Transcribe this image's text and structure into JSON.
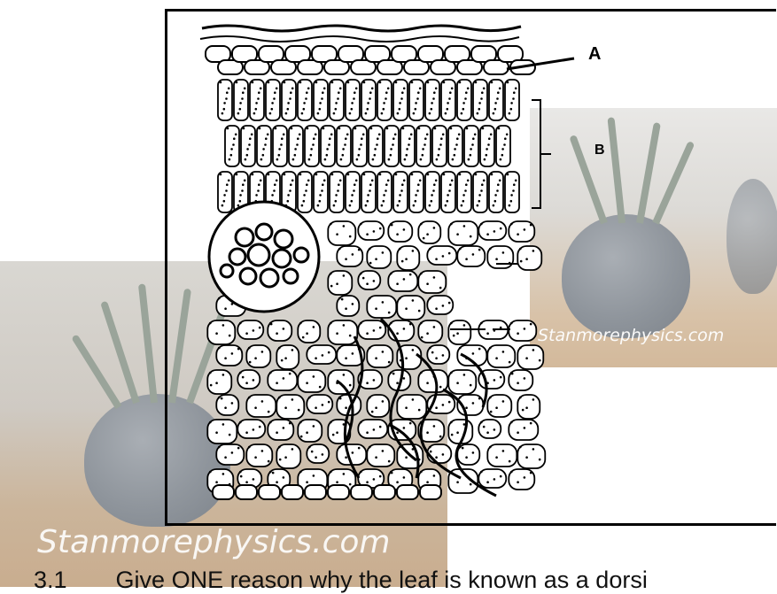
{
  "diagram": {
    "labels": {
      "a": "A",
      "b": "B"
    }
  },
  "watermarks": {
    "right": "Stanmorephysics.com",
    "left": "Stanmorephysics.com"
  },
  "question": {
    "number": "3.1",
    "text": "Give ONE reason why the leaf is known as a dorsi"
  }
}
